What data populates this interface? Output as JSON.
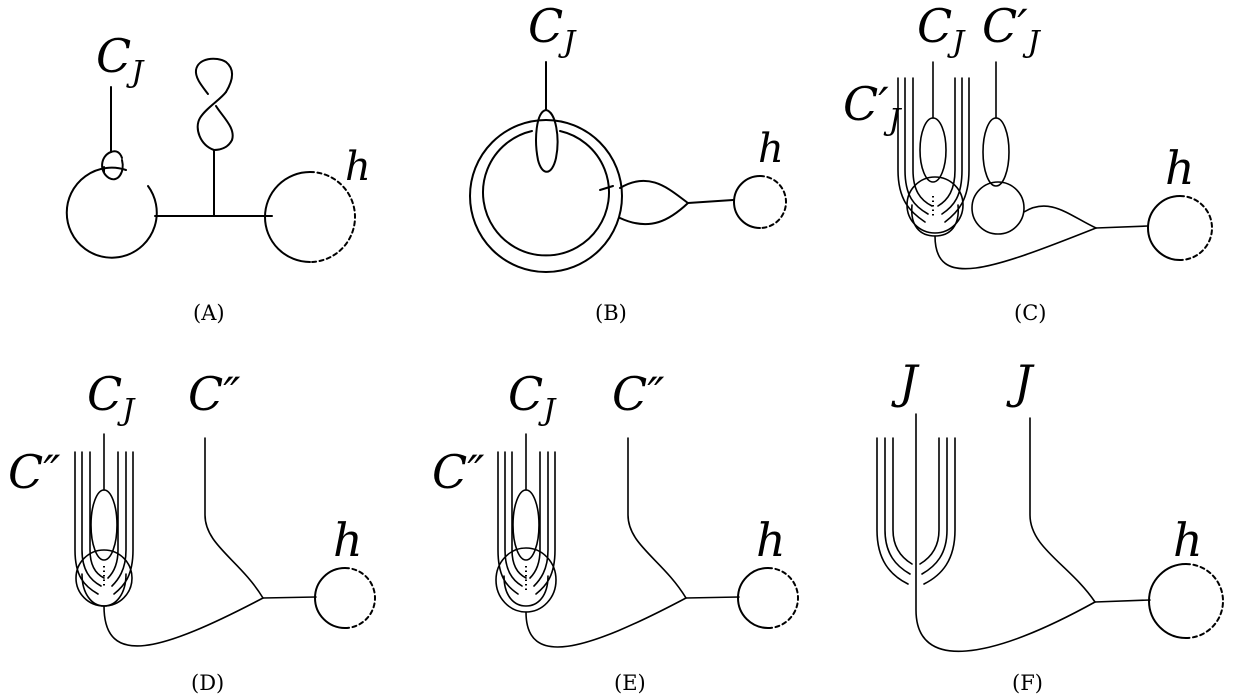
{
  "panels": [
    {
      "caption": "(A)",
      "labels": {
        "cj": "C",
        "cj_sub": "J",
        "h": "h"
      }
    },
    {
      "caption": "(B)",
      "labels": {
        "cj": "C",
        "cj_sub": "J",
        "h": "h"
      }
    },
    {
      "caption": "(C)",
      "labels": {
        "cj": "C",
        "cj_sub": "J",
        "cjp1": "C′",
        "cjp1_sub": "J",
        "cjp2": "C′",
        "cjp2_sub": "J",
        "h": "h"
      }
    },
    {
      "caption": "(D)",
      "labels": {
        "cj": "C",
        "cj_sub": "J",
        "c2a": "C″",
        "c2b": "C″",
        "h": "h"
      }
    },
    {
      "caption": "(E)",
      "labels": {
        "cj": "C",
        "cj_sub": "J",
        "c2a": "C″",
        "c2b": "C″",
        "h": "h"
      }
    },
    {
      "caption": "(F)",
      "labels": {
        "j1": "J",
        "j2": "J",
        "h": "h"
      }
    }
  ]
}
